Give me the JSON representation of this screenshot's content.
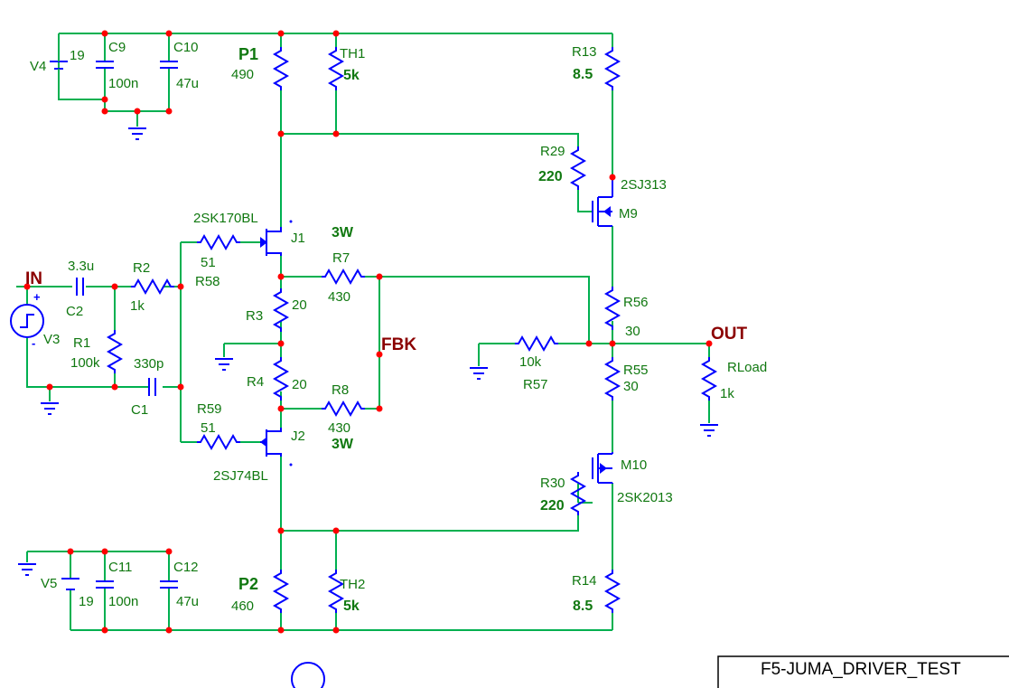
{
  "title_block": "F5-JUMA_DRIVER_TEST",
  "nets": {
    "in": "IN",
    "out": "OUT",
    "fbk": "FBK",
    "p1": "P1",
    "p2": "P2"
  },
  "sources": [
    {
      "ref": "V4",
      "value": "19"
    },
    {
      "ref": "V5",
      "value": "19"
    },
    {
      "ref": "V3"
    }
  ],
  "capacitors": [
    {
      "ref": "C9",
      "value": "100n"
    },
    {
      "ref": "C10",
      "value": "47u"
    },
    {
      "ref": "C11",
      "value": "100n"
    },
    {
      "ref": "C12",
      "value": "47u"
    },
    {
      "ref": "C2",
      "value": "3.3u"
    },
    {
      "ref": "C1",
      "value": "330p"
    }
  ],
  "resistors": [
    {
      "ref": "P1",
      "value": "490"
    },
    {
      "ref": "TH1",
      "value": "5k"
    },
    {
      "ref": "R13",
      "value": "8.5"
    },
    {
      "ref": "R29",
      "value": "220"
    },
    {
      "ref": "R58",
      "value": "51"
    },
    {
      "ref": "R2",
      "value": "1k"
    },
    {
      "ref": "R1",
      "value": "100k"
    },
    {
      "ref": "R7",
      "value": "430",
      "power": "3W"
    },
    {
      "ref": "R3",
      "value": "20"
    },
    {
      "ref": "R4",
      "value": "20"
    },
    {
      "ref": "R8",
      "value": "430",
      "power": "3W"
    },
    {
      "ref": "R59",
      "value": "51"
    },
    {
      "ref": "R56",
      "value": "30"
    },
    {
      "ref": "R57",
      "value": "10k"
    },
    {
      "ref": "R55",
      "value": "30"
    },
    {
      "ref": "RLoad",
      "value": "1k"
    },
    {
      "ref": "R30",
      "value": "220"
    },
    {
      "ref": "P2",
      "value": "460"
    },
    {
      "ref": "TH2",
      "value": "5k"
    },
    {
      "ref": "R14",
      "value": "8.5"
    }
  ],
  "transistors": [
    {
      "ref": "J1",
      "model": "2SK170BL"
    },
    {
      "ref": "J2",
      "model": "2SJ74BL"
    },
    {
      "ref": "M9",
      "model": "2SJ313"
    },
    {
      "ref": "M10",
      "model": "2SK2013"
    }
  ],
  "polarity": {
    "plus": "+",
    "minus": "-"
  },
  "colors": {
    "wire": "#00b050",
    "component": "#0000ff",
    "junction": "#ff0000",
    "label": "#107810",
    "net_label": "#8b0000"
  }
}
